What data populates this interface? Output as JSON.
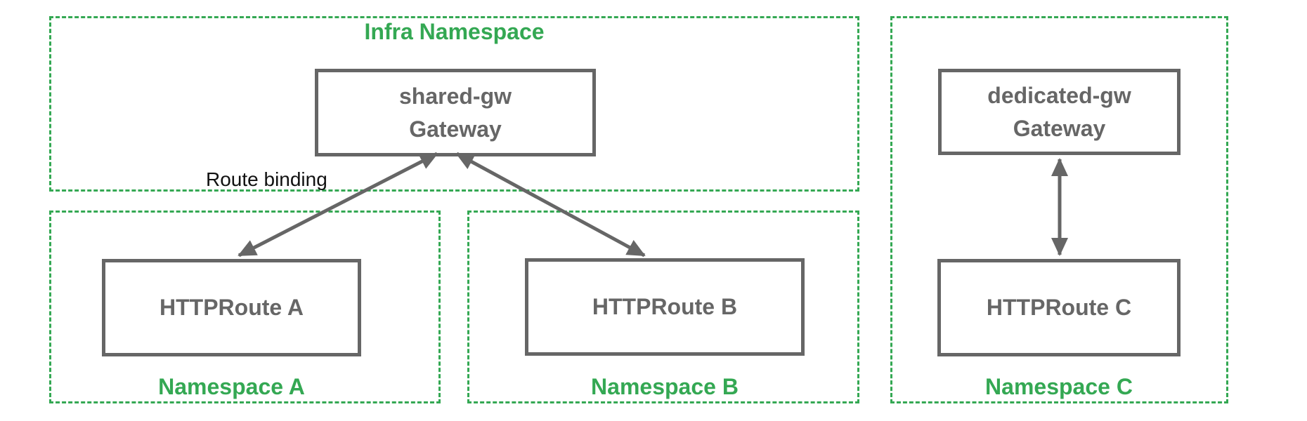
{
  "infra": {
    "title": "Infra Namespace",
    "gateway_name": "shared-gw",
    "gateway_type": "Gateway"
  },
  "namespace_a": {
    "label": "Namespace A",
    "route_name": "HTTPRoute A"
  },
  "namespace_b": {
    "label": "Namespace B",
    "route_name": "HTTPRoute B"
  },
  "namespace_c": {
    "label": "Namespace C",
    "gateway_name": "dedicated-gw",
    "gateway_type": "Gateway",
    "route_name": "HTTPRoute C"
  },
  "edges": {
    "route_binding_label": "Route binding"
  },
  "colors": {
    "namespace_green": "#34a853",
    "node_gray": "#666666",
    "edge_gray": "#666666",
    "edge_label_black": "#111111",
    "background": "#ffffff"
  }
}
